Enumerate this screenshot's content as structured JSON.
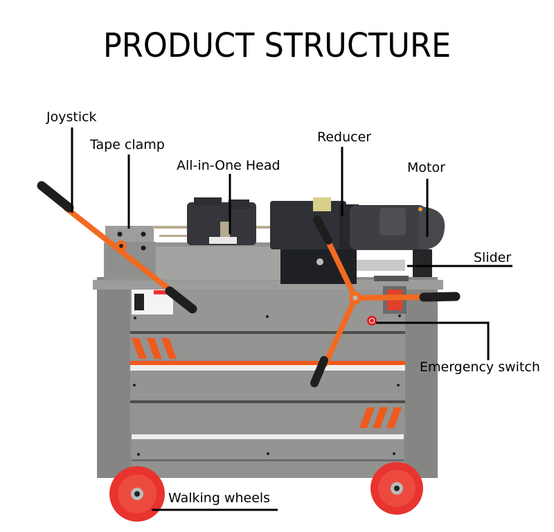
{
  "title": "PRODUCT STRUCTURE",
  "labels": {
    "joystick": "Joystick",
    "tape_clamp": "Tape clamp",
    "all_in_one_head": "All-in-One Head",
    "reducer": "Reducer",
    "motor": "Motor",
    "slider": "Slider",
    "emergency_switch": "Emergency switch",
    "walking_wheels": "Walking wheels"
  },
  "colors": {
    "machine_gray": "#8e8e8c",
    "panel_gray": "#9a9a98",
    "handle_orange": "#f26a21",
    "stripe_orange": "#ef5a1c",
    "wheel_red": "#e8332f",
    "motor_dark": "#3b3d42",
    "grip_black": "#1e1e1e",
    "leader_line": "#000000"
  }
}
